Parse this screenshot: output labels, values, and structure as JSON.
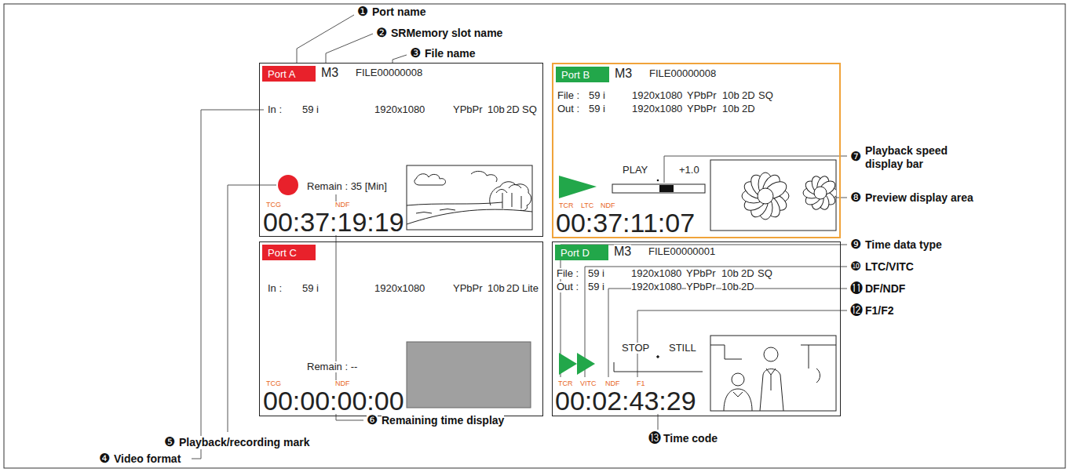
{
  "diagram": {
    "nodes": [
      {
        "text": [
          "M3",
          "FILE00000008",
          "In :",
          "59 i",
          "1920x1080",
          "YPbPr",
          "10b",
          "2D",
          "SQ",
          "Remain : 35 [Min]",
          "TCG",
          "NDF",
          "00:37:19:19"
        ]
      },
      {
        "text": [
          "Port A"
        ],
        "in": 0
      },
      {
        "text": [
          "M3",
          "FILE00000008",
          "File :",
          "59 i",
          "1920x1080",
          "YPbPr",
          "10b",
          "2D",
          "SQ",
          "Out :",
          "59 i",
          "1920x1080",
          "YPbPr",
          "10b",
          "2D",
          "PLAY",
          "+1.0",
          "TCR",
          "LTC",
          "NDF",
          "00:37:11:07"
        ]
      },
      {
        "text": [
          "Port B"
        ],
        "in": 2
      },
      {
        "text": [
          "In :",
          "59 i",
          "1920x1080",
          "YPbPr",
          "10b",
          "2D",
          "Lite",
          "Remain : --",
          "TCG",
          "NDF",
          "00:00:00:00"
        ]
      },
      {
        "text": [
          "Port C"
        ],
        "in": 4
      },
      {
        "text": [
          "M3",
          "FILE00000001",
          "File :",
          "59 i",
          "1920x1080",
          "YPbPr",
          "10b",
          "2D",
          "SQ",
          "Out :",
          "59 i",
          "1920x1080",
          "YPbPr",
          "10b",
          "2D",
          "STOP",
          "STILL",
          "TCR",
          "VITC",
          "NDF",
          "F1",
          "00:02:43:29"
        ]
      },
      {
        "text": [
          "Port D"
        ],
        "in": 6
      }
    ],
    "labels": [
      "❶",
      "Port name",
      "❷",
      "SRMemory slot name",
      "❸",
      "File name",
      "❹",
      "Video format",
      "❺",
      "Playback/recording mark",
      "❻",
      "Remaining time display",
      "❼",
      "Playback speed display bar",
      "❽",
      "Preview display area",
      "❾",
      "Time data type",
      "❿",
      "LTC/VITC",
      "⓫",
      "DF/NDF",
      "⓬",
      "F1/F2",
      "⓭",
      "Time code"
    ]
  }
}
